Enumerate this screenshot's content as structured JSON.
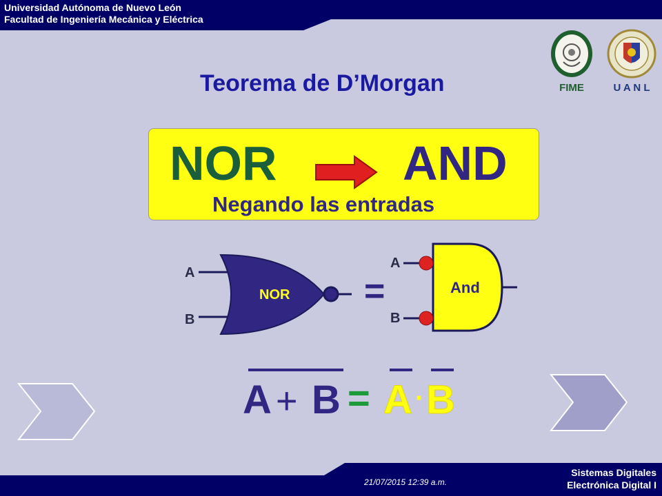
{
  "header": {
    "line1": "Universidad Autónoma de Nuevo León",
    "line2": "Facultad de Ingeniería Mecánica y Eléctrica"
  },
  "title": "Teorema de D’Morgan",
  "logos": {
    "fime_label": "FIME",
    "uanl_label": "U A N L"
  },
  "banner": {
    "left_word": "NOR",
    "right_word": "AND",
    "subtitle": "Negando las entradas"
  },
  "gates": {
    "nor_label": "NOR",
    "and_label": "And",
    "equals": "=",
    "input_a": "A",
    "input_b": "B",
    "input_a2": "A",
    "input_b2": "B"
  },
  "formula": {
    "lhs_a": "A",
    "lhs_plus": "+",
    "lhs_b": "B",
    "equals": "=",
    "rhs_a": "A",
    "rhs_dot": "·",
    "rhs_b": "B"
  },
  "footer": {
    "date": "21/07/2015 12:39 a.m.",
    "course_line1": "Sistemas Digitales",
    "course_line2": "Electrónica Digital I"
  },
  "colors": {
    "bar": "#000066",
    "background": "#c9c9df",
    "banner": "#ffff11",
    "gate_nor": "#312783",
    "gate_and": "#ffff11",
    "bubble": "#dd2222"
  }
}
